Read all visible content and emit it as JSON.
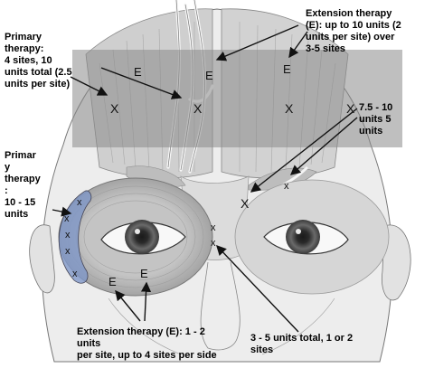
{
  "labels": {
    "primary_forehead": "Primary\ntherapy:\n4 sites, 10\nunits total (2.5\nunits per site)",
    "extension_top": "Extension therapy\n(E): up to 10 units (2\nunits per site) over\n3-5 sites",
    "right_dose": "7.5 - 10\nunits 5\nunits",
    "primary_eye": "Primar\ny\ntherapy\n:\n10 - 15\nunits",
    "extension_bottom": "Extension therapy (E): 1 - 2\nunits\nper site, up to 4 sites per side",
    "glabella": "3 - 5 units total, 1 or 2\nsites"
  },
  "markers": {
    "injection": "X",
    "injection_small": "x",
    "extension": "E"
  },
  "colors": {
    "zone_shade": "#8a8a8a",
    "lateral_zone": "#7f97c8",
    "line": "#111111",
    "skin": "#ececec",
    "muscle": "#c9c9c9"
  }
}
